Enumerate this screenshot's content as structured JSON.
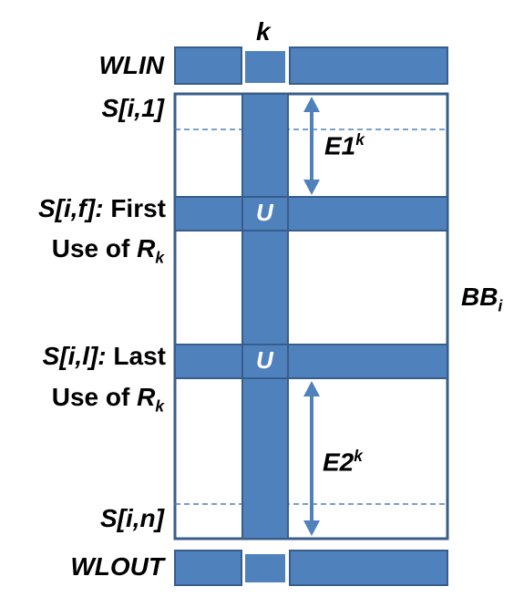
{
  "diagram": {
    "column_label": "k",
    "wlin_label": "WLIN",
    "wlout_label": "WLOUT",
    "s_i1_label": "S[i,1]",
    "s_if_label": "S[i,f]:",
    "s_if_tail": "First",
    "first_use_text": "Use of",
    "s_il_label": "S[i,l]:",
    "s_il_tail": "Last",
    "last_use_text": "Use of",
    "r_base": "R",
    "r_sub": "k",
    "s_in_label": "S[i,n]",
    "u_label": "U",
    "e1_base": "E1",
    "e2_base": "E2",
    "e_sup": "k",
    "bb_base": "BB",
    "bb_sub": "i",
    "colors": {
      "fill": "#4f81bd",
      "stroke": "#385d8a",
      "white": "#ffffff"
    }
  }
}
